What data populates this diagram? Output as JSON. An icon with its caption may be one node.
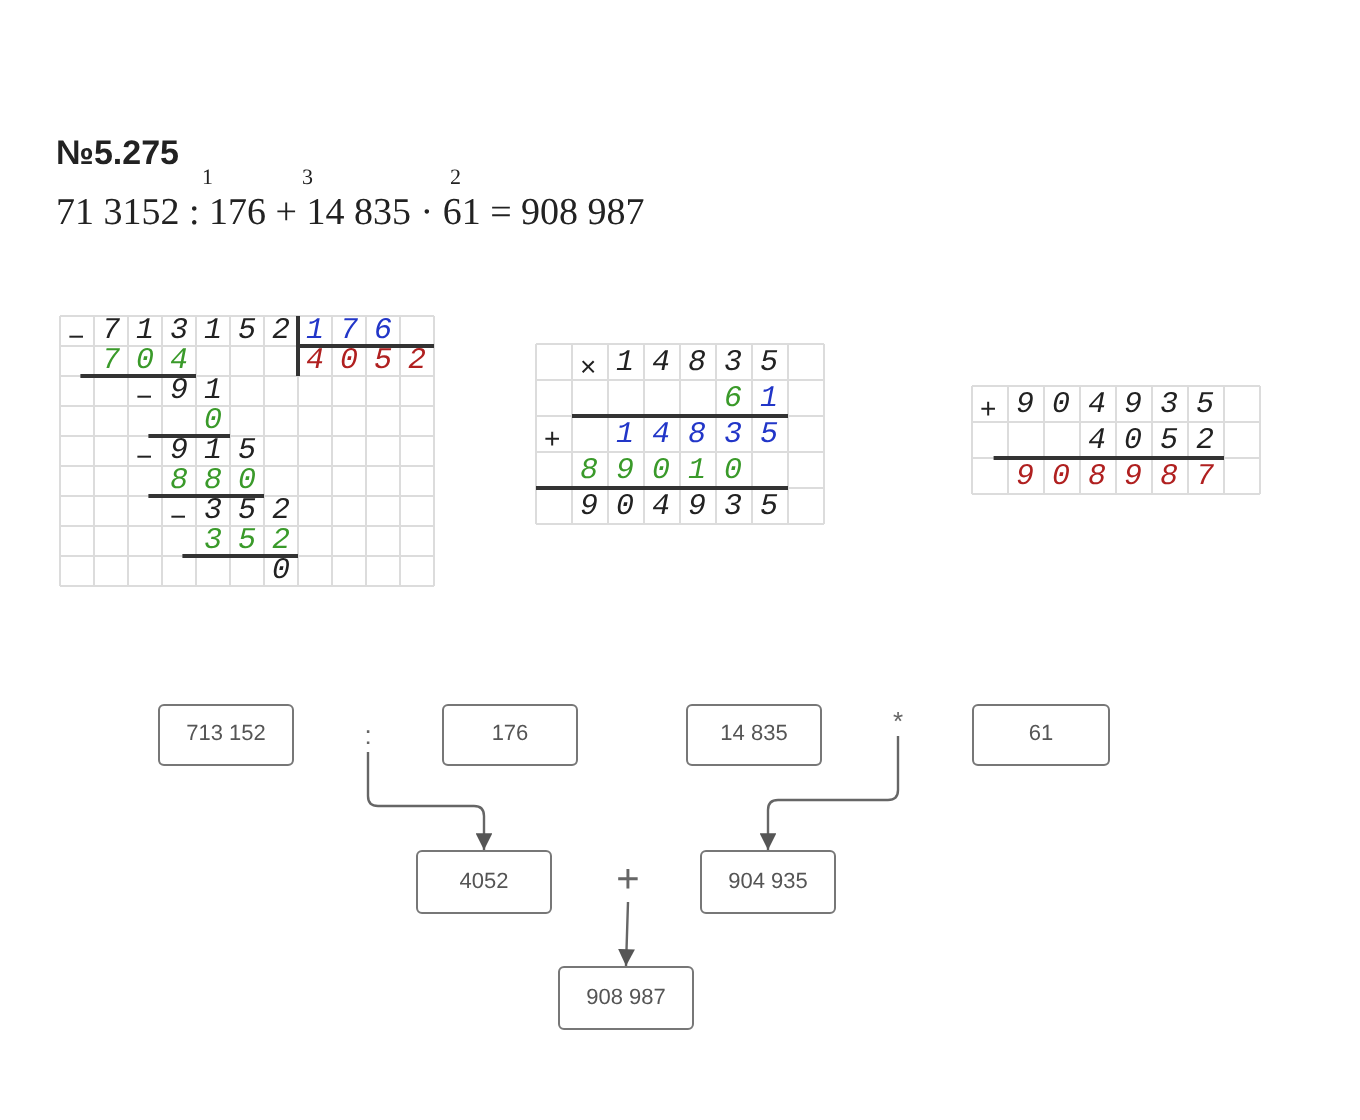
{
  "diagram": {
    "title": "№5.275",
    "nodes": [
      {
        "text": [
          "713 152"
        ]
      },
      {
        "text": [
          ":"
        ]
      },
      {
        "text": [
          "176"
        ]
      },
      {
        "text": [
          "14 835"
        ]
      },
      {
        "text": [
          "*"
        ]
      },
      {
        "text": [
          "61"
        ]
      },
      {
        "text": [
          "4052"
        ]
      },
      {
        "text": [
          "+"
        ]
      },
      {
        "text": [
          "904 935"
        ]
      },
      {
        "text": [
          "908 987"
        ]
      }
    ],
    "edges": [
      {
        "from": 1,
        "to": 6,
        "arrow": "to"
      },
      {
        "from": 4,
        "to": 8,
        "arrow": "to"
      },
      {
        "from": 7,
        "to": 9,
        "arrow": "to"
      }
    ],
    "labels": [
      "1",
      "3",
      "2",
      "71 3152 : 176 + 14 835 · 61 = 908 987",
      "−",
      "713152",
      "176",
      "704",
      "4052",
      "−",
      "91",
      "0",
      "−",
      "915",
      "880",
      "−",
      "352",
      "352",
      "0",
      "×",
      "14835",
      "6",
      "1",
      "+",
      "14835",
      "89010",
      "904935",
      "+",
      "904935",
      "4052",
      "908987"
    ]
  }
}
